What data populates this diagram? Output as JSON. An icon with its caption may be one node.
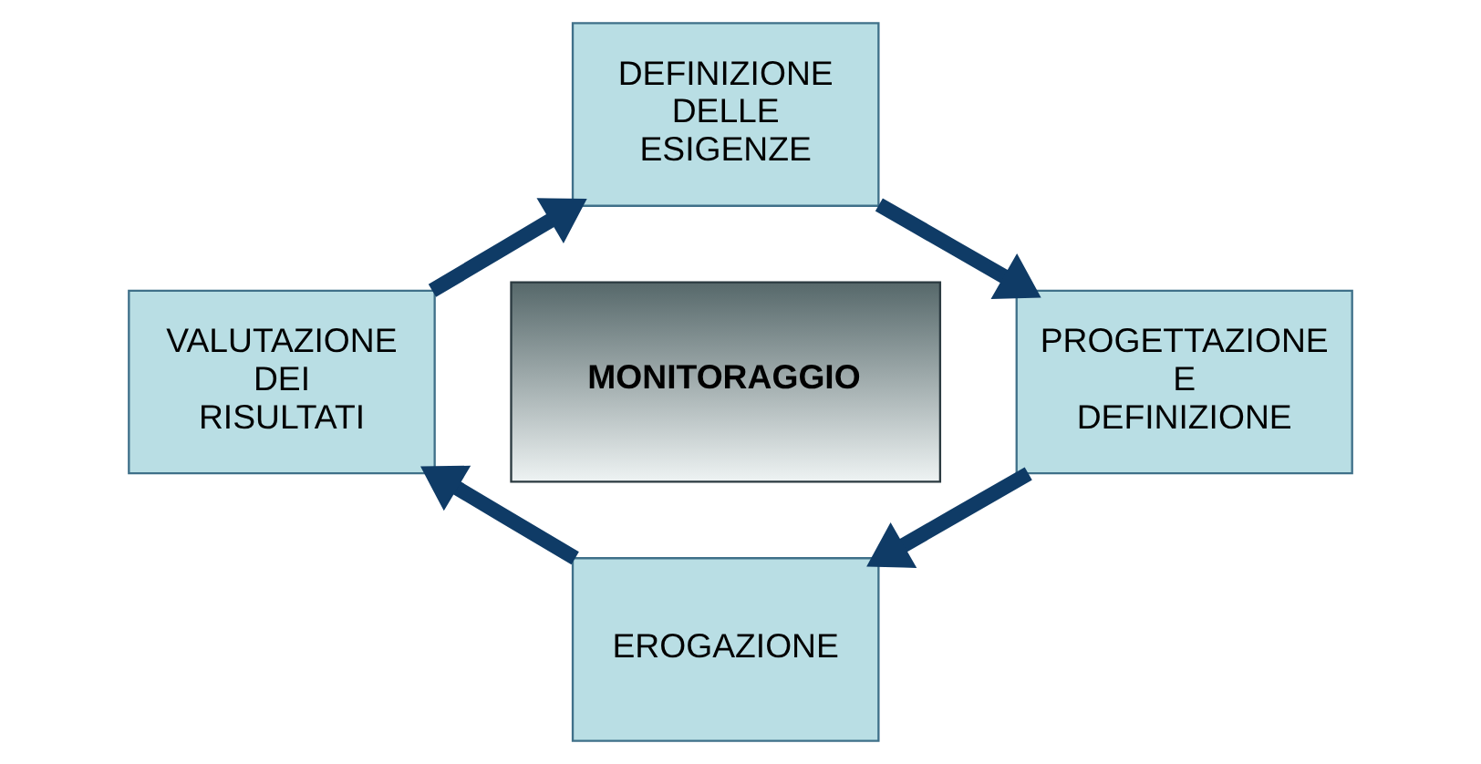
{
  "diagram": {
    "nodes": [
      {
        "text": [
          "DEFINIZIONE DELLE ESIGENZE"
        ]
      },
      {
        "text": [
          "VALUTAZIONE DEI RISULTATI"
        ]
      },
      {
        "text": [
          "MONITORAGGIO"
        ]
      },
      {
        "text": [
          "PROGETTAZIONE E DEFINIZIONE"
        ]
      },
      {
        "text": [
          "EROGAZIONE"
        ]
      }
    ],
    "edges": [
      {
        "from": 0,
        "to": 3,
        "arrow": "to"
      },
      {
        "from": 3,
        "to": 4,
        "arrow": "to"
      },
      {
        "from": 4,
        "to": 1,
        "arrow": "to"
      },
      {
        "from": 1,
        "to": 0,
        "arrow": "to"
      }
    ]
  }
}
